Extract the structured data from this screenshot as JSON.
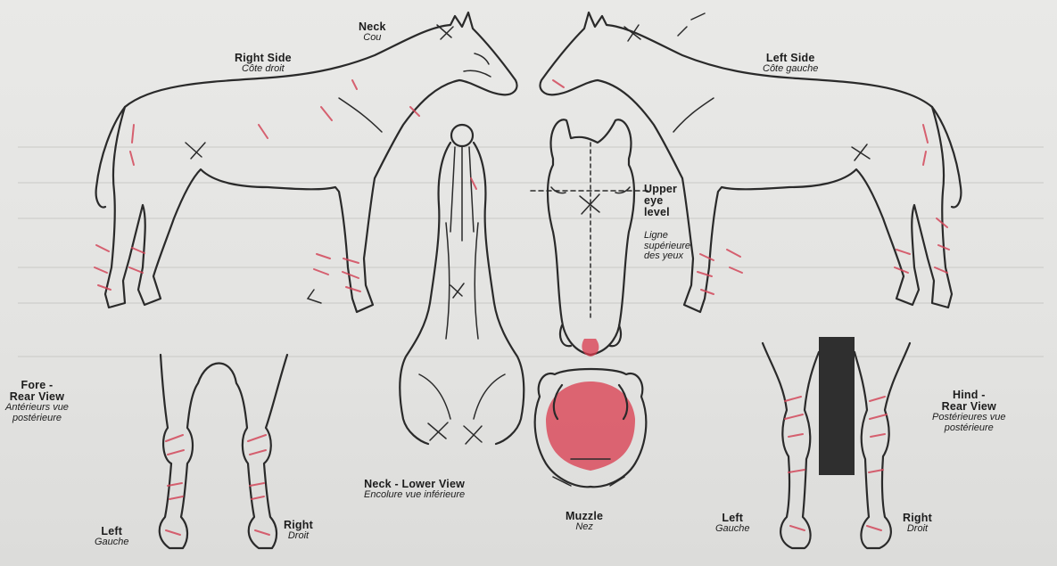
{
  "labels": {
    "neck": {
      "en": "Neck",
      "fr": "Cou"
    },
    "right_side": {
      "en": "Right Side",
      "fr": "Côte droit"
    },
    "left_side": {
      "en": "Left Side",
      "fr": "Côte gauche"
    },
    "upper_eye": {
      "en1": "Upper",
      "en2": "eye",
      "en3": "level",
      "fr1": "Ligne",
      "fr2": "supérieure",
      "fr3": "des yeux"
    },
    "fore_rear": {
      "en1": "Fore -",
      "en2": "Rear View",
      "fr1": "Antérieurs vue",
      "fr2": "postérieure"
    },
    "hind_rear": {
      "en1": "Hind -",
      "en2": "Rear View",
      "fr1": "Postérieures vue",
      "fr2": "postérieure"
    },
    "neck_lower": {
      "en": "Neck - Lower View",
      "fr": "Encolure vue inférieure"
    },
    "muzzle": {
      "en": "Muzzle",
      "fr": "Nez"
    },
    "fore_left": {
      "en": "Left",
      "fr": "Gauche"
    },
    "fore_right": {
      "en": "Right",
      "fr": "Droit"
    },
    "hind_left": {
      "en": "Left",
      "fr": "Gauche"
    },
    "hind_right": {
      "en": "Right",
      "fr": "Droit"
    }
  },
  "colors": {
    "ink": "#2a2a2a",
    "marking_red": "#d9394c",
    "paper": "#e6e6e4"
  }
}
